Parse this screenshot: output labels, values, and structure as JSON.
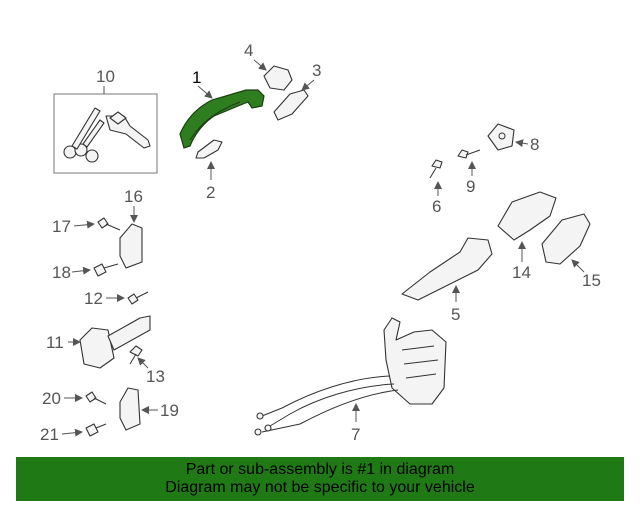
{
  "callouts": {
    "c1": "1",
    "c2": "2",
    "c3": "3",
    "c4": "4",
    "c5": "5",
    "c6": "6",
    "c7": "7",
    "c8": "8",
    "c9": "9",
    "c10": "10",
    "c11": "11",
    "c12": "12",
    "c13": "13",
    "c14": "14",
    "c15": "15",
    "c16": "16",
    "c17": "17",
    "c18": "18",
    "c19": "19",
    "c20": "20",
    "c21": "21"
  },
  "highlight_color": "#2e7d1f",
  "banner": {
    "line1": "Part or sub-assembly is #1 in diagram",
    "line2": "Diagram may not be specific to your vehicle",
    "background": "#1f7a16"
  }
}
